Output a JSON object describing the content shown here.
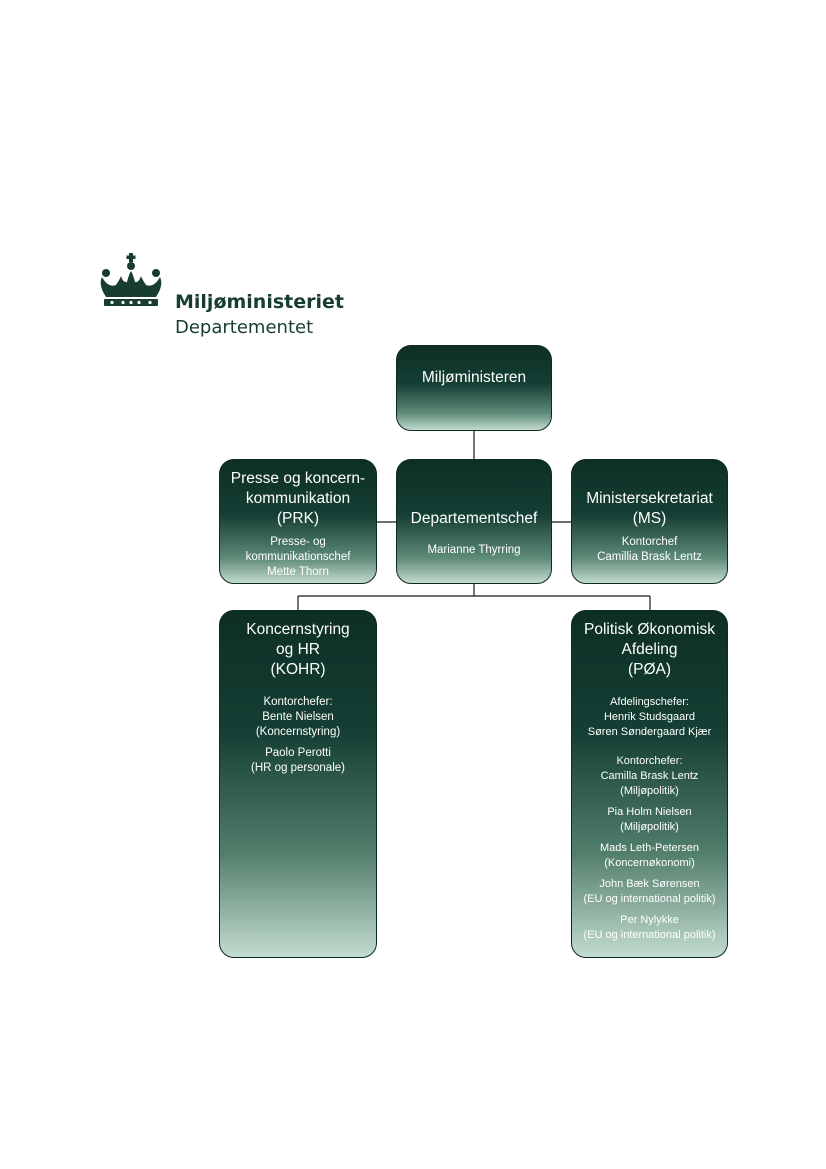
{
  "header": {
    "org_name": "Miljøministeriet",
    "org_sub": "Departementet",
    "logo_icon": "royal-crown-icon"
  },
  "colors": {
    "box_dark": "#0d2e25",
    "box_light": "#c3dccf",
    "line": "#1a1a1a",
    "brand_text": "#173d33"
  },
  "nodes": {
    "minister": {
      "title": "Miljøministeren"
    },
    "prk": {
      "title": [
        "Presse og koncern-",
        "kommunikation",
        "(PRK)"
      ],
      "people": [
        "Presse- og",
        "kommunikationschef",
        "Mette Thorn"
      ]
    },
    "dep": {
      "title": "Departementschef",
      "person": "Marianne Thyrring"
    },
    "ms": {
      "title": [
        "Ministersekretariat",
        "(MS)"
      ],
      "people": [
        "Kontorchef",
        "Camillia Brask Lentz"
      ]
    },
    "kohr": {
      "title": [
        "Koncernstyring",
        "og HR",
        "(KOHR)"
      ],
      "group1": [
        "Kontorchefer:",
        "Bente Nielsen",
        "(Koncernstyring)"
      ],
      "group2": [
        "Paolo Perotti",
        "(HR og personale)"
      ]
    },
    "poa": {
      "title": [
        "Politisk Økonomisk",
        "Afdeling",
        "(PØA)"
      ],
      "group1": [
        "Afdelingschefer:",
        "Henrik Studsgaard",
        "Søren Søndergaard Kjær"
      ],
      "group2": [
        "Kontorchefer:",
        "Camilla Brask Lentz",
        "(Miljøpolitik)"
      ],
      "group3": [
        "Pia Holm Nielsen",
        "(Miljøpolitik)"
      ],
      "group4": [
        "Mads Leth-Petersen",
        "(Koncernøkonomi)"
      ],
      "group5": [
        "John Bæk Sørensen",
        "(EU og international politik)"
      ],
      "group6": [
        "Per Nylykke",
        "(EU og international politik)"
      ]
    }
  }
}
